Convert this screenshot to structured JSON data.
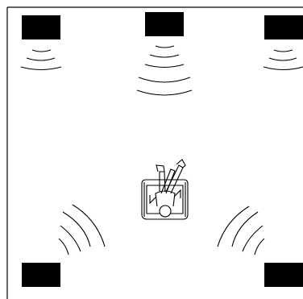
{
  "diagram": {
    "subject": "listener-in-armchair",
    "speakers": [
      {
        "id": "front-left",
        "facing": "down"
      },
      {
        "id": "front-center",
        "facing": "down"
      },
      {
        "id": "front-right",
        "facing": "down"
      },
      {
        "id": "rear-left",
        "facing": "up-right"
      },
      {
        "id": "rear-right",
        "facing": "up-left"
      }
    ],
    "colors": {
      "background": "#ffffff",
      "speaker_fill": "#000000",
      "line": "#000000"
    }
  }
}
